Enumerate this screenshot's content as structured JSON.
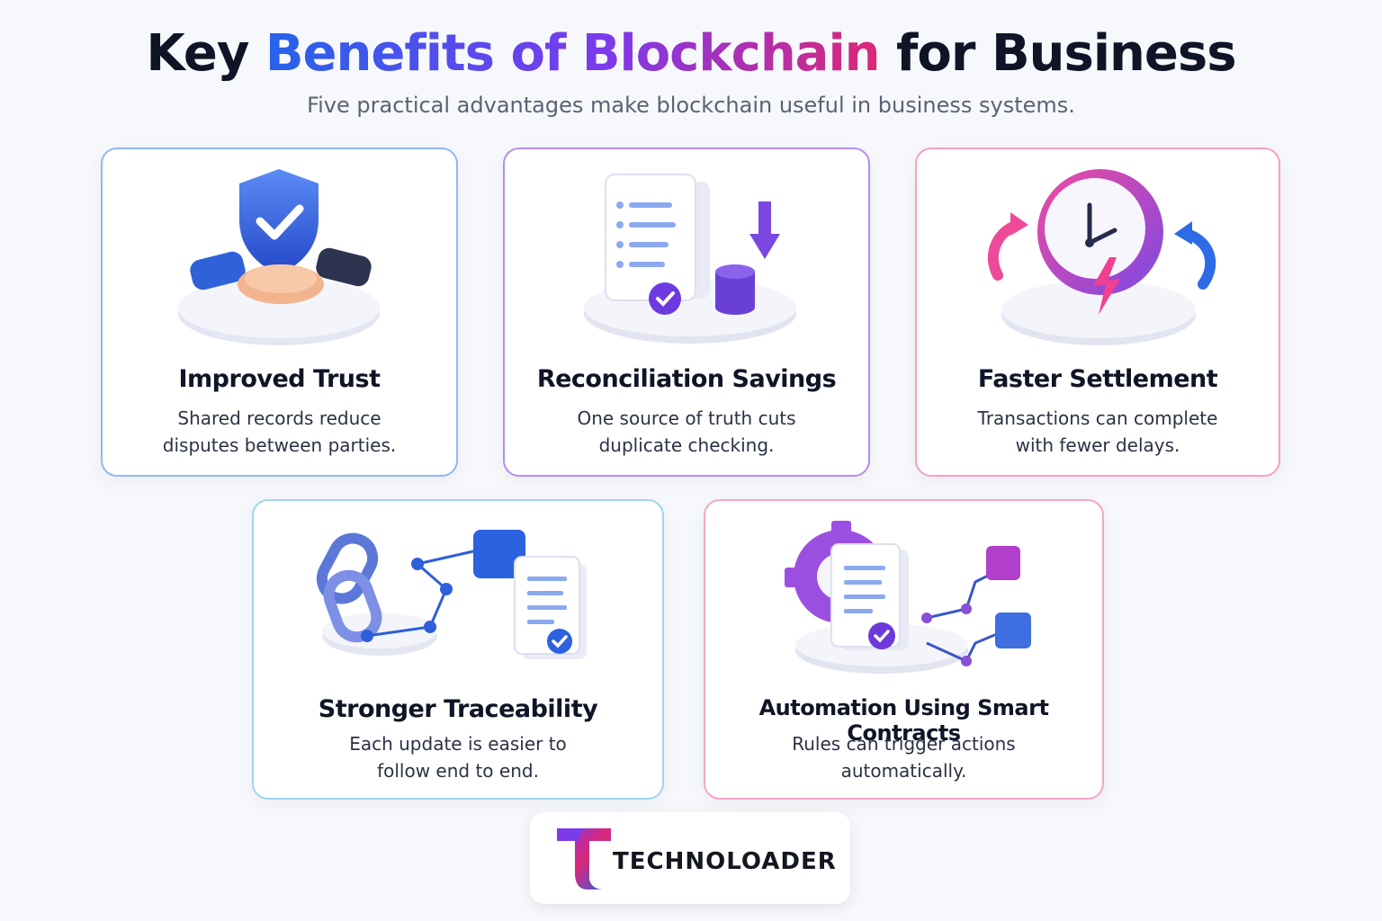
{
  "header": {
    "title_part1": "Key",
    "title_part2": "Benefits of Blockchain",
    "title_part3": "for Business",
    "subtitle": "Five practical advantages make blockchain useful in business systems."
  },
  "cards": [
    {
      "title": "Improved Trust",
      "line1": "Shared records reduce",
      "line2": "disputes between parties.",
      "icon": "shield-handshake-icon"
    },
    {
      "title": "Reconciliation Savings",
      "line1": "One source of truth cuts",
      "line2": "duplicate checking.",
      "icon": "documents-coins-icon"
    },
    {
      "title": "Faster Settlement",
      "line1": "Transactions can complete",
      "line2": "with fewer delays.",
      "icon": "clock-lightning-icon"
    },
    {
      "title": "Stronger Traceability",
      "line1": "Each update is easier to",
      "line2": "follow end to end.",
      "icon": "chain-block-document-icon"
    },
    {
      "title": "Automation Using Smart Contracts",
      "line1": "Rules can trigger actions",
      "line2": "automatically.",
      "icon": "gear-contract-icon"
    }
  ],
  "brand": {
    "name": "TECHNOLOADER",
    "colors": {
      "blue": "#2563eb",
      "purple": "#7c3aed",
      "pink": "#db2777"
    }
  }
}
